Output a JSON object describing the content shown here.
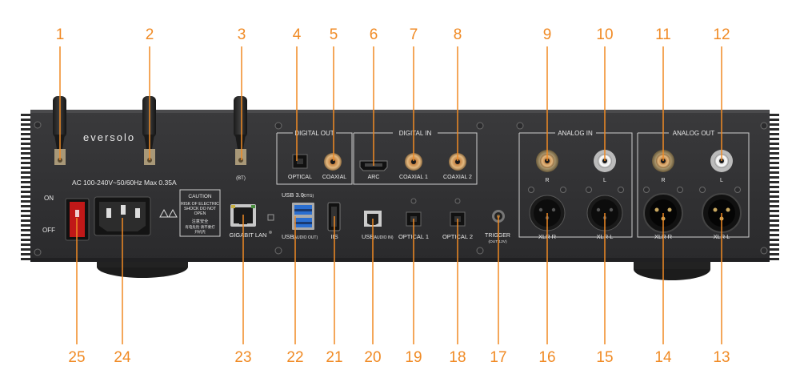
{
  "brand": "eversolo",
  "power_spec": "AC 100-240V~50/60Hz Max 0.35A",
  "switch": {
    "on": "ON",
    "off": "OFF"
  },
  "caution": {
    "title": "CAUTION",
    "lines": [
      "RISK OF ELECTRIC",
      "SHOCK DO NOT",
      "OPEN"
    ],
    "cn_title": "注意安全",
    "cn_lines": [
      "有电危险 请不要打",
      "开机壳"
    ]
  },
  "antenna_bt": "(BT)",
  "section_titles": {
    "digital_out": "DIGITAL OUT",
    "digital_in": "DIGITAL IN",
    "analog_in": "ANALOG IN",
    "analog_out": "ANALOG OUT"
  },
  "port_labels": {
    "optical": "OPTICAL",
    "coaxial": "COAXIAL",
    "arc": "ARC",
    "coaxial1": "COAXIAL 1",
    "coaxial2": "COAXIAL 2",
    "usb3": "USB 3.0",
    "usb3_sub": "(OTG)",
    "usb_out": "USB",
    "usb_out_sub": "(AUDIO OUT)",
    "iis": "IIS",
    "usb_in": "USB",
    "usb_in_sub": "(AUDIO IN)",
    "optical1": "OPTICAL 1",
    "optical2": "OPTICAL 2",
    "trigger": "TRIGGER",
    "trigger_sub": "(OUT 12V)",
    "lan": "GIGABIT LAN",
    "ain_r": "R",
    "ain_l": "L",
    "ain_xlr_r": "XLR R",
    "ain_xlr_l": "XLR L",
    "aout_r": "R",
    "aout_l": "L",
    "aout_xlr_r": "XLR R",
    "aout_xlr_l": "XLR L"
  },
  "accent_color": "#f08a24",
  "top_numbers": [
    "1",
    "2",
    "3",
    "4",
    "5",
    "6",
    "7",
    "8",
    "9",
    "10",
    "11",
    "12"
  ],
  "bottom_numbers": [
    "25",
    "24",
    "23",
    "22",
    "21",
    "20",
    "19",
    "18",
    "17",
    "16",
    "15",
    "14",
    "13"
  ]
}
